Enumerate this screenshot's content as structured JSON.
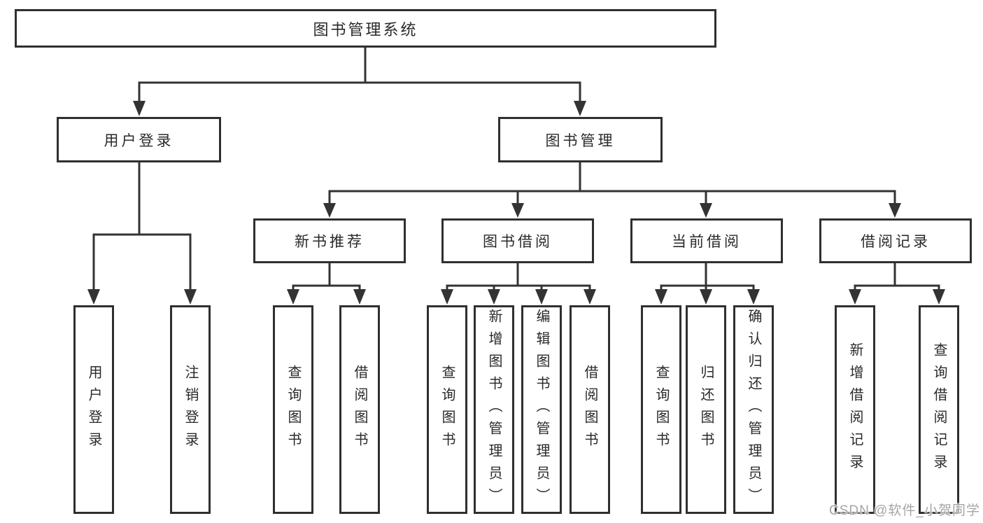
{
  "tree": {
    "label": "图书管理系统",
    "children": [
      {
        "label": "用户登录",
        "children": [
          {
            "label": "用户登录"
          },
          {
            "label": "注销登录"
          }
        ]
      },
      {
        "label": "图书管理",
        "children": [
          {
            "label": "新书推荐",
            "children": [
              {
                "label": "查询图书"
              },
              {
                "label": "借阅图书"
              }
            ]
          },
          {
            "label": "图书借阅",
            "children": [
              {
                "label": "查询图书"
              },
              {
                "label": "新增图书（管理员）"
              },
              {
                "label": "编辑图书（管理员）"
              },
              {
                "label": "借阅图书"
              }
            ]
          },
          {
            "label": "当前借阅",
            "children": [
              {
                "label": "查询图书"
              },
              {
                "label": "归还图书"
              },
              {
                "label": "确认归还（管理员）"
              }
            ]
          },
          {
            "label": "借阅记录",
            "children": [
              {
                "label": "新增借阅记录"
              },
              {
                "label": "查询借阅记录"
              }
            ]
          }
        ]
      }
    ]
  },
  "watermark": {
    "text": "CSDN @软件_小贺同学"
  },
  "colors": {
    "background": "#ffffff",
    "line": "#333333",
    "box_border": "#2f2f2f",
    "text": "#2a2a2a",
    "watermark": "#a5a5a5"
  }
}
